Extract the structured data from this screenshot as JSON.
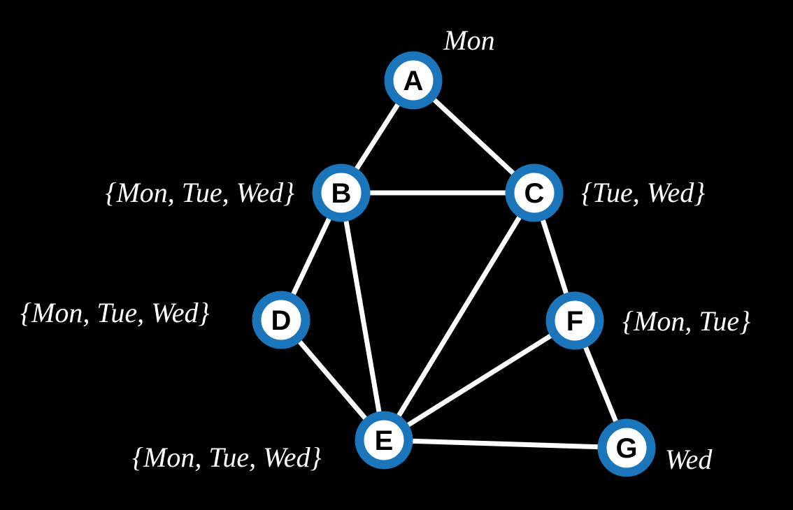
{
  "diagram": {
    "description": "Constraint graph with seven variables and day-of-week domains",
    "colors": {
      "background": "#000000",
      "node_ring": "#1b75bb",
      "node_fill": "#ffffff",
      "node_letter": "#000000",
      "edge": "#ffffff",
      "label_text": "#ffffff"
    },
    "nodes": [
      {
        "id": "A",
        "label": "A",
        "domain": "Mon"
      },
      {
        "id": "B",
        "label": "B",
        "domain": "{Mon, Tue, Wed}"
      },
      {
        "id": "C",
        "label": "C",
        "domain": "{Tue, Wed}"
      },
      {
        "id": "D",
        "label": "D",
        "domain": "{Mon, Tue, Wed}"
      },
      {
        "id": "E",
        "label": "E",
        "domain": "{Mon, Tue, Wed}"
      },
      {
        "id": "F",
        "label": "F",
        "domain": "{Mon, Tue}"
      },
      {
        "id": "G",
        "label": "G",
        "domain": "Wed"
      }
    ],
    "edges": [
      "A-B",
      "A-C",
      "B-C",
      "B-D",
      "B-E",
      "C-E",
      "C-F",
      "D-E",
      "E-F",
      "E-G",
      "F-G"
    ]
  }
}
